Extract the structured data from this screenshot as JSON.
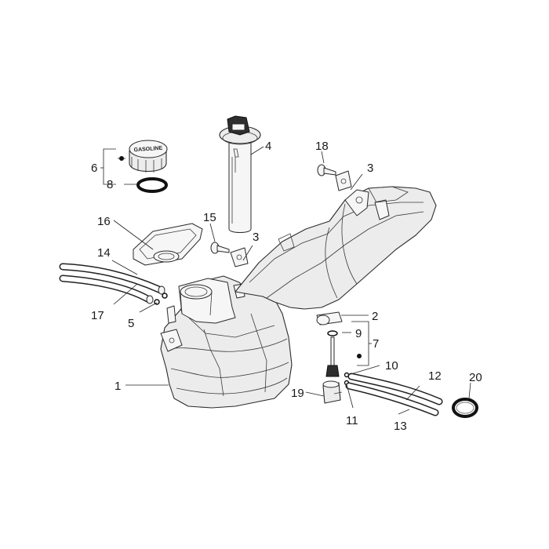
{
  "cap_text": "GASOLINE",
  "callouts": {
    "c1": "1",
    "c2": "2",
    "c3a": "3",
    "c3b": "3",
    "c4": "4",
    "c5": "5",
    "c6": "6",
    "c7": "7",
    "c8": "8",
    "c9": "9",
    "c10": "10",
    "c11": "11",
    "c12": "12",
    "c13": "13",
    "c14": "14",
    "c15": "15",
    "c16": "16",
    "c17": "17",
    "c18": "18",
    "c19": "19",
    "c20": "20"
  }
}
